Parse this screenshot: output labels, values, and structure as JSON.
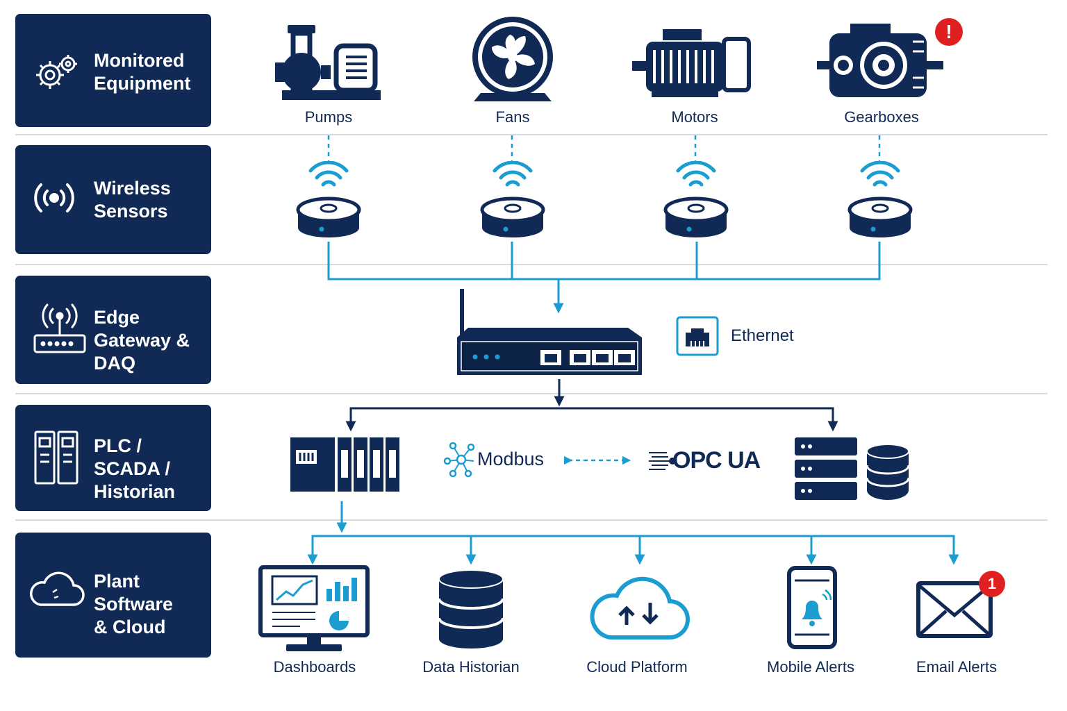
{
  "tiers": [
    {
      "line1": "Monitored",
      "line2": "Equipment",
      "icon": "gears-icon"
    },
    {
      "line1": "Wireless",
      "line2": "Sensors",
      "icon": "wireless-signal-icon"
    },
    {
      "line1": "Edge",
      "line2": "Gateway & DAQ",
      "icon": "router-antenna-icon"
    },
    {
      "line1": "PLC / SCADA /",
      "line2": "Historian",
      "icon": "plc-cabinet-icon"
    },
    {
      "line1": "Plant Software",
      "line2": "& Cloud",
      "icon": "cloud-icon"
    }
  ],
  "equipment": [
    "Pumps",
    "Fans",
    "Motors",
    "Gearboxes"
  ],
  "gateway": {
    "ethernet_label": "Ethernet"
  },
  "protocols": {
    "left": "Modbus",
    "right": "OPC UA"
  },
  "outputs": [
    "Dashboards",
    "Data Historian",
    "Cloud Platform",
    "Mobile Alerts",
    "Email Alerts"
  ],
  "alerts": {
    "gearbox_badge": "!",
    "email_badge": "1"
  },
  "colors": {
    "navy": "#102a55",
    "accent": "#1b9dd1",
    "alert": "#e02020",
    "separator": "#d6dbe3"
  }
}
